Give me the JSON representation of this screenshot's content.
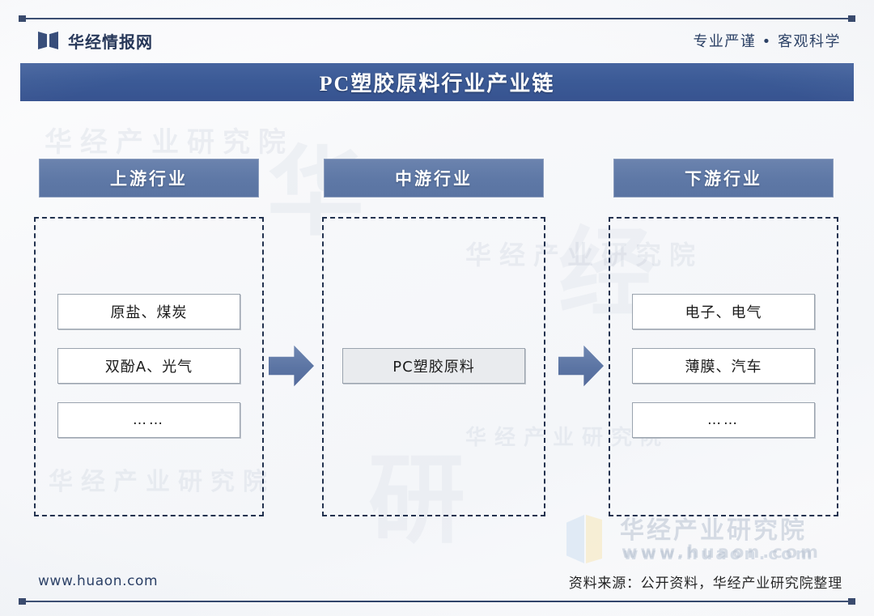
{
  "header": {
    "brand_name": "华经情报网",
    "brand_icon": "huajing-flag-icon",
    "tagline": "专业严谨 • 客观科学"
  },
  "banner": {
    "title": "PC塑胶原料行业产业链"
  },
  "chain": {
    "columns": [
      {
        "key": "upstream",
        "heading": "上游行业",
        "items": [
          "原盐、煤炭",
          "双酚A、光气",
          "……"
        ]
      },
      {
        "key": "midstream",
        "heading": "中游行业",
        "items": [
          "PC塑胶原料"
        ]
      },
      {
        "key": "downstream",
        "heading": "下游行业",
        "items": [
          "电子、电气",
          "薄膜、汽车",
          "……"
        ]
      }
    ],
    "arrows": [
      "arrow-upstream-to-midstream",
      "arrow-midstream-to-downstream"
    ]
  },
  "watermarks": {
    "text_cn": "华经产业研究院",
    "text_url": "www.huaon.com",
    "faint_cn": "华经产业研究院",
    "faint_url_top": "www.huaon.com"
  },
  "footer": {
    "site": "www.huaon.com",
    "source": "资料来源：公开资料，华经产业研究院整理"
  },
  "colors": {
    "banner_blue": "#3b5a96",
    "header_box_blue": "#5e78a6",
    "arrow_blue": "#5b74a3",
    "rule_navy": "#2b3f66",
    "dashed_navy": "#22324f",
    "midstream_fill": "#e9ebee"
  }
}
